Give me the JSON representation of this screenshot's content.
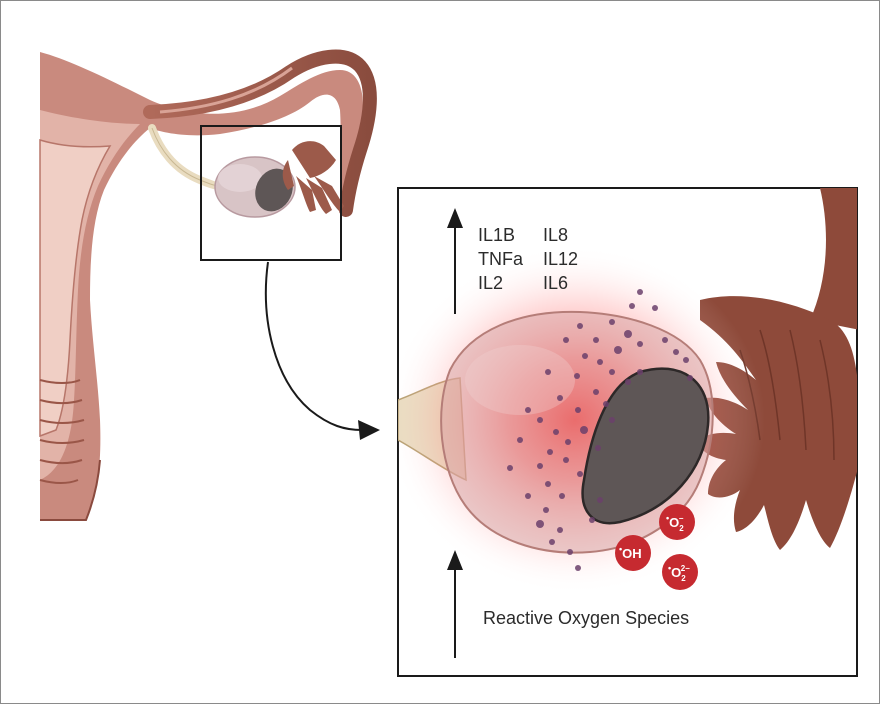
{
  "cytokines": {
    "col1": [
      "IL1B",
      "TNFa",
      "IL2"
    ],
    "col2": [
      "IL8",
      "IL12",
      "IL6"
    ]
  },
  "ros_label": "Reactive Oxygen Species",
  "molecules": {
    "superoxide": {
      "dot": "•",
      "base": "O",
      "sub": "2",
      "sup": "−"
    },
    "hydroxyl": {
      "dot": "•",
      "base": "OH"
    },
    "peroxide": {
      "dot": "•",
      "base": "O",
      "sub": "2",
      "sup": "2−"
    }
  },
  "colors": {
    "uterus_tissue": "#c98a7e",
    "uterus_dark": "#a25a4c",
    "fallopian_tube": "#9c5a4a",
    "ovary": "#d8c4c6",
    "follicle_mass": "#5e5656",
    "inflammation_red": "#e8232a",
    "ros_molecule": "#c62a30",
    "cytokine_dots": "#6b3f6b",
    "ligament": "#e9dcc0"
  }
}
